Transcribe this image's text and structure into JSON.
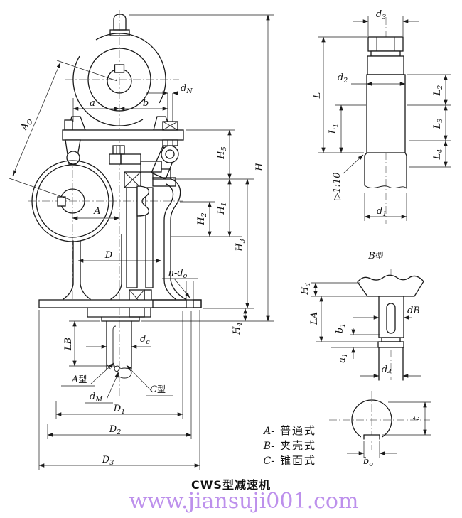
{
  "title": "CWS型减速机",
  "watermark": "www.jiansuji001.com",
  "colors": {
    "line": "#1a1a1a",
    "watermark": "#bd90ec"
  },
  "legend": [
    {
      "prefix": "A-",
      "text": "普通式"
    },
    {
      "prefix": "B-",
      "text": "夹壳式"
    },
    {
      "prefix": "C-",
      "text": "锥面式"
    }
  ],
  "labels": {
    "AO": {
      "base": "A",
      "sub": "O"
    },
    "a": {
      "base": "a"
    },
    "b": {
      "base": "b"
    },
    "dN": {
      "base": "d",
      "sub": "N"
    },
    "A": {
      "base": "A"
    },
    "D": {
      "base": "D"
    },
    "H5": {
      "base": "H",
      "sub": "5"
    },
    "H1": {
      "base": "H",
      "sub": "1"
    },
    "H2": {
      "base": "H",
      "sub": "2"
    },
    "H3": {
      "base": "H",
      "sub": "3"
    },
    "H": {
      "base": "H"
    },
    "H4": {
      "base": "H",
      "sub": "4"
    },
    "nd0": {
      "base": "n-d",
      "sub": "o"
    },
    "LB": {
      "base": "LB"
    },
    "dc": {
      "base": "d",
      "sub": "c"
    },
    "typeA": {
      "base": "A",
      "cjk": "型"
    },
    "dM": {
      "base": "d",
      "sub": "M"
    },
    "typeC": {
      "base": "C",
      "cjk": "型"
    },
    "D1": {
      "base": "D",
      "sub": "1"
    },
    "D2": {
      "base": "D",
      "sub": "2"
    },
    "D3": {
      "base": "D",
      "sub": "3"
    },
    "d3": {
      "base": "d",
      "sub": "3"
    },
    "L": {
      "base": "L"
    },
    "d2": {
      "base": "d",
      "sub": "2"
    },
    "L1": {
      "base": "L",
      "sub": "1"
    },
    "L2": {
      "base": "L",
      "sub": "2"
    },
    "L3": {
      "base": "L",
      "sub": "3"
    },
    "L4": {
      "base": "L",
      "sub": "4"
    },
    "d1": {
      "base": "d",
      "sub": "1"
    },
    "taper": {
      "base": "▷1:10"
    },
    "Btitle": {
      "base": "B",
      "cjk": "型"
    },
    "H4b": {
      "base": "H",
      "sub": "4"
    },
    "LA": {
      "base": "LA"
    },
    "b1": {
      "base": "b",
      "sub": "1"
    },
    "a1": {
      "base": "a",
      "sub": "1"
    },
    "dB": {
      "base": "dB"
    },
    "d4": {
      "base": "d",
      "sub": "4"
    },
    "b0": {
      "base": "b",
      "sub": "o"
    },
    "t": {
      "base": "t"
    }
  }
}
